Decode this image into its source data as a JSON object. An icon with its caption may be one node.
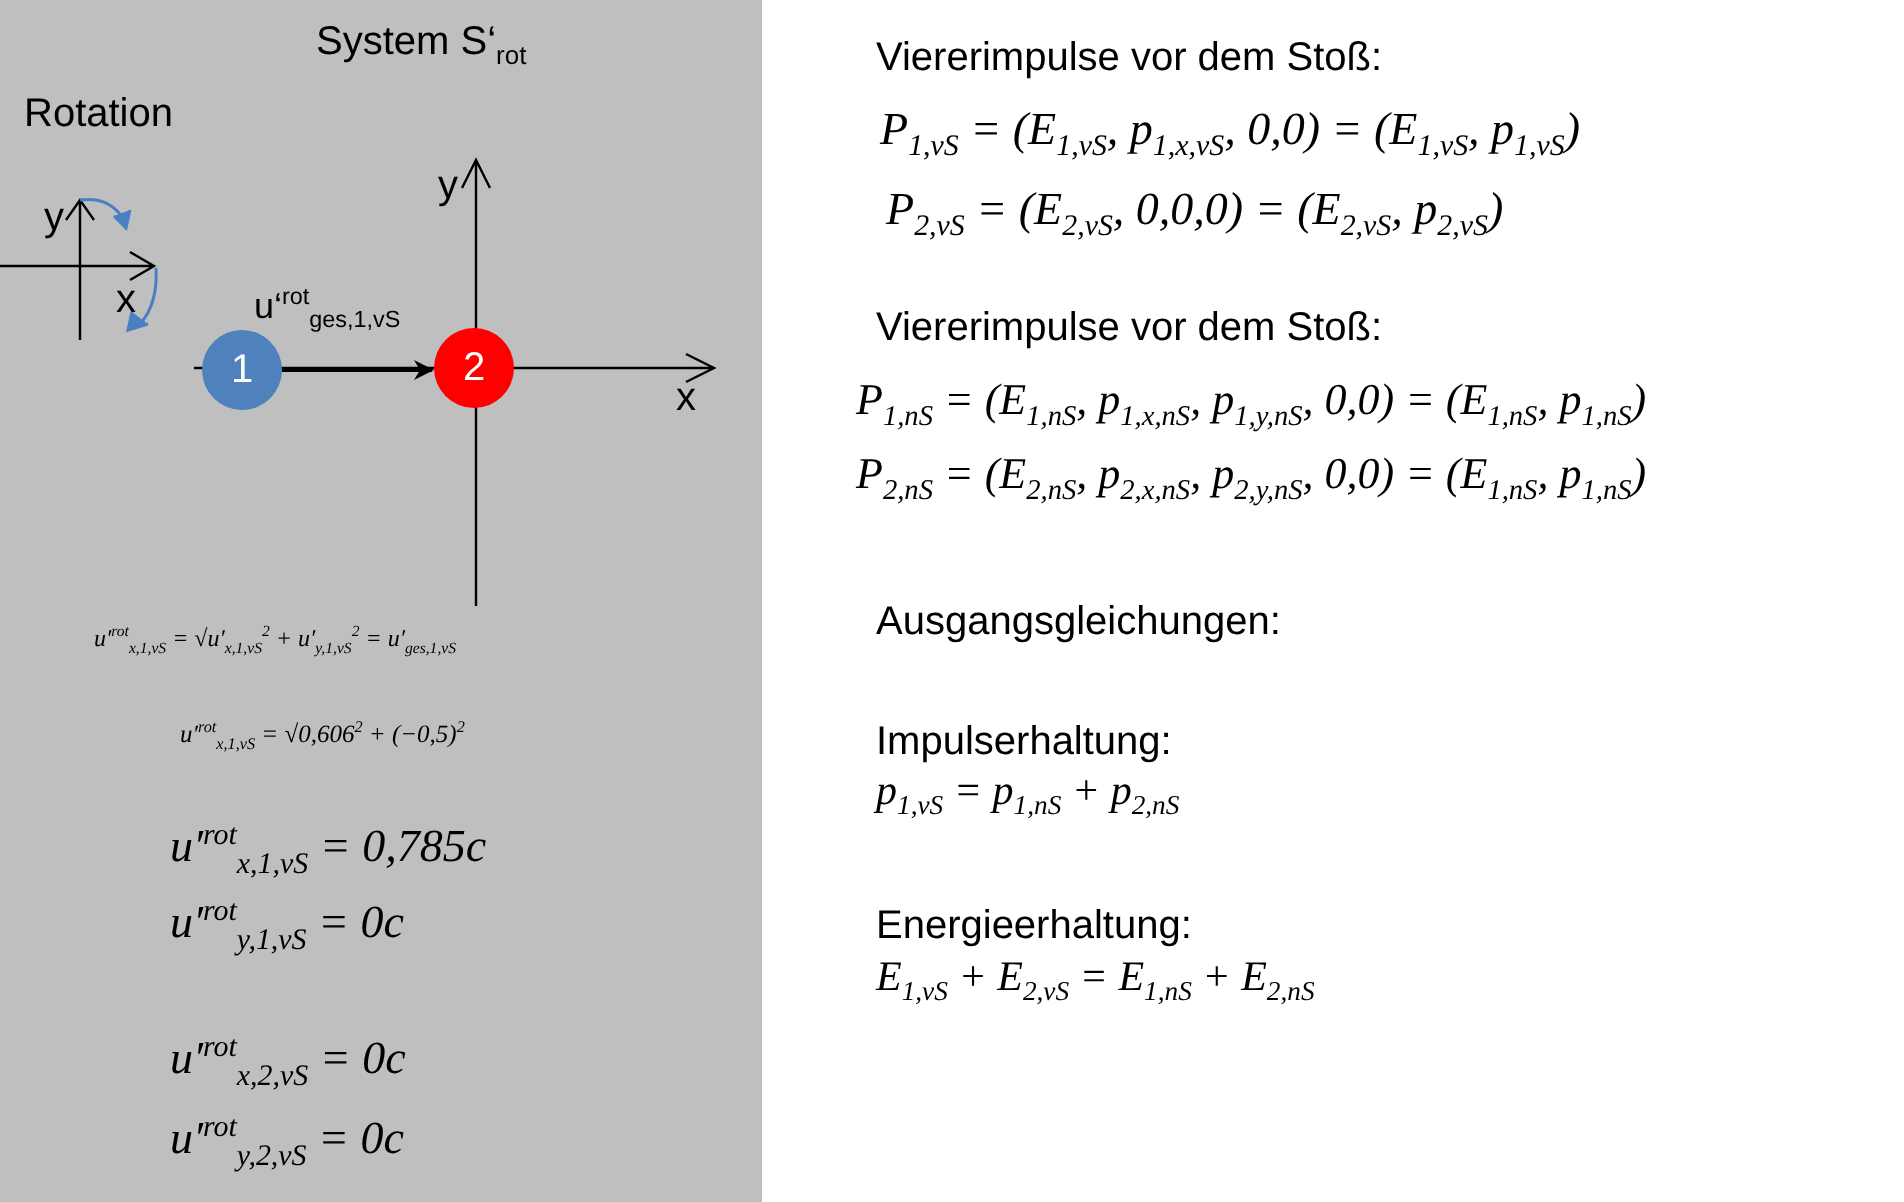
{
  "diagram": {
    "title": "System S‘$_{rot}$",
    "nodes": [
      {
        "text": [
          "1"
        ]
      },
      {
        "text": [
          "2"
        ]
      }
    ],
    "edges": [
      {
        "from": 0,
        "to": 1,
        "arrow": "to",
        "label": "u‘$^{rot}$$_{ges,1,vS}$"
      }
    ],
    "labels": [
      "Rotation",
      "y",
      "x",
      "y",
      "x",
      "u′$^{rot}$$_{x,1,vS}$ = √u′$_{x,1,vS}$$^{2}$ + u′$_{y,1,vS}$$^{2}$ = u′$_{ges,1,vS}$",
      "u′$^{rot}$$_{x,1,vS}$ = √0,606$^{2}$ + (−0,5)$^{2}$",
      "u′$^{rot}$$_{x,1,vS}$ = 0,785c",
      "u′$^{rot}$$_{y,1,vS}$ = 0c",
      "u′$^{rot}$$_{x,2,vS}$ = 0c",
      "u′$^{rot}$$_{y,2,vS}$ = 0c",
      "Viererimpulse vor dem Stoß:",
      "P$_{1,vS}$ = (E$_{1,vS}$, p$_{1,x,vS}$, 0,0) = (E$_{1,vS}$, p$_{1,vS}$)",
      "P$_{2,vS}$ = (E$_{2,vS}$, 0,0,0) = (E$_{2,vS}$, p$_{2,vS}$)",
      "Viererimpulse vor dem Stoß:",
      "P$_{1,nS}$ = (E$_{1,nS}$, p$_{1,x,nS}$, p$_{1,y,nS}$, 0,0) = (E$_{1,nS}$, p$_{1,nS}$)",
      "P$_{2,nS}$ = (E$_{2,nS}$, p$_{2,x,nS}$, p$_{2,y,nS}$, 0,0) = (E$_{1,nS}$, p$_{1,nS}$)",
      "Ausgangsgleichungen:",
      "Impulserhaltung:",
      "p$_{1,vS}$ = p$_{1,nS}$ + p$_{2,nS}$",
      "Energieerhaltung:",
      "E$_{1,vS}$ + E$_{2,vS}$ = E$_{1,nS}$ + E$_{2,nS}$"
    ]
  }
}
